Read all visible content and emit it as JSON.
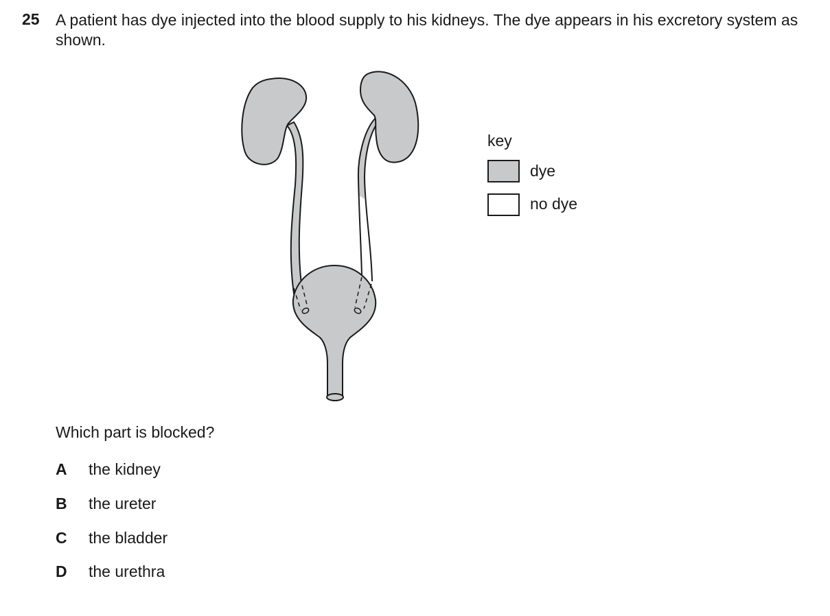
{
  "question": {
    "number": "25",
    "text": "A patient has dye injected into the blood supply to his kidneys. The dye appears in his excretory system as shown.",
    "prompt": "Which part is blocked?"
  },
  "key": {
    "title": "key",
    "dye_label": "dye",
    "no_dye_label": "no dye",
    "dye_color": "#c8c9ca",
    "no_dye_color": "#ffffff"
  },
  "options": [
    {
      "letter": "A",
      "text": "the kidney"
    },
    {
      "letter": "B",
      "text": "the ureter"
    },
    {
      "letter": "C",
      "text": "the bladder"
    },
    {
      "letter": "D",
      "text": "the urethra"
    }
  ]
}
